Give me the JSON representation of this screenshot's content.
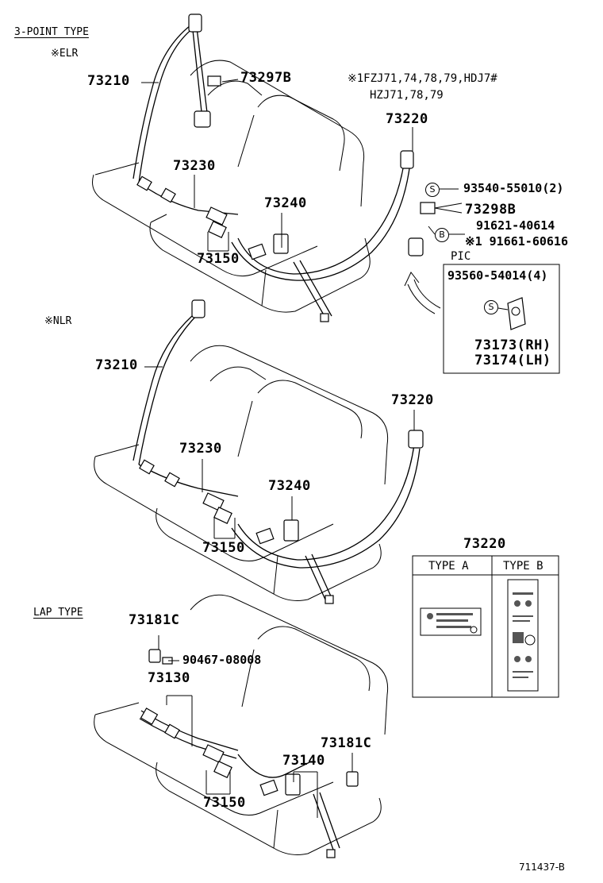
{
  "sections": {
    "three_point_type": "3-POINT TYPE",
    "elr": "※ELR",
    "nlr": "※NLR",
    "lap_type": "LAP TYPE"
  },
  "elr": {
    "p73210": "73210",
    "p73297b": "73297B",
    "p73230": "73230",
    "p73240": "73240",
    "p73150": "73150",
    "note_line1": "※1FZJ71,74,78,79,HDJ7#",
    "note_line2": "HZJ71,78,79",
    "p73220": "73220",
    "s_marker": "S",
    "b_marker": "B",
    "p93540": "93540-55010(2)",
    "p73298b": "73298B",
    "p91621": "91621-40614",
    "p91661": "※1 91661-60616"
  },
  "pic_box": {
    "title": "PIC",
    "p93560": "93560-54014(4)",
    "s_marker": "S",
    "p73173": "73173(RH)",
    "p73174": "73174(LH)"
  },
  "nlr": {
    "p73210": "73210",
    "p73220": "73220",
    "p73230": "73230",
    "p73240": "73240",
    "p73150": "73150"
  },
  "label_box": {
    "part": "73220",
    "type_a": "TYPE A",
    "type_b": "TYPE B"
  },
  "lap": {
    "p73181c_a": "73181C",
    "p90467": "90467-08008",
    "p73130": "73130",
    "p73181c_b": "73181C",
    "p73140": "73140",
    "p73150": "73150"
  },
  "footer": {
    "drawing_id": "711437-B"
  }
}
